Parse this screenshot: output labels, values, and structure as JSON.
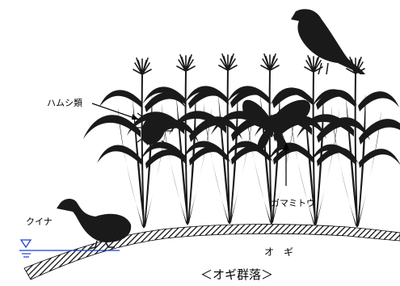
{
  "labels": {
    "hamushi": "ハムシ類",
    "gamaitou": "ガマミトウ",
    "kuina": "クイナ",
    "ogi": "オ　ギ",
    "caption": "＜オギ群落＞"
  },
  "icons": {
    "water_level": "water-level-icon",
    "bird_top": "sparrow-icon",
    "bird_ground": "rail-bird-icon",
    "moth": "moth-icon",
    "beetle": "beetle-icon"
  },
  "colors": {
    "silhouette": "#1a1a1a",
    "water": "#1f3fd6",
    "ground_hatch": "#000000"
  }
}
